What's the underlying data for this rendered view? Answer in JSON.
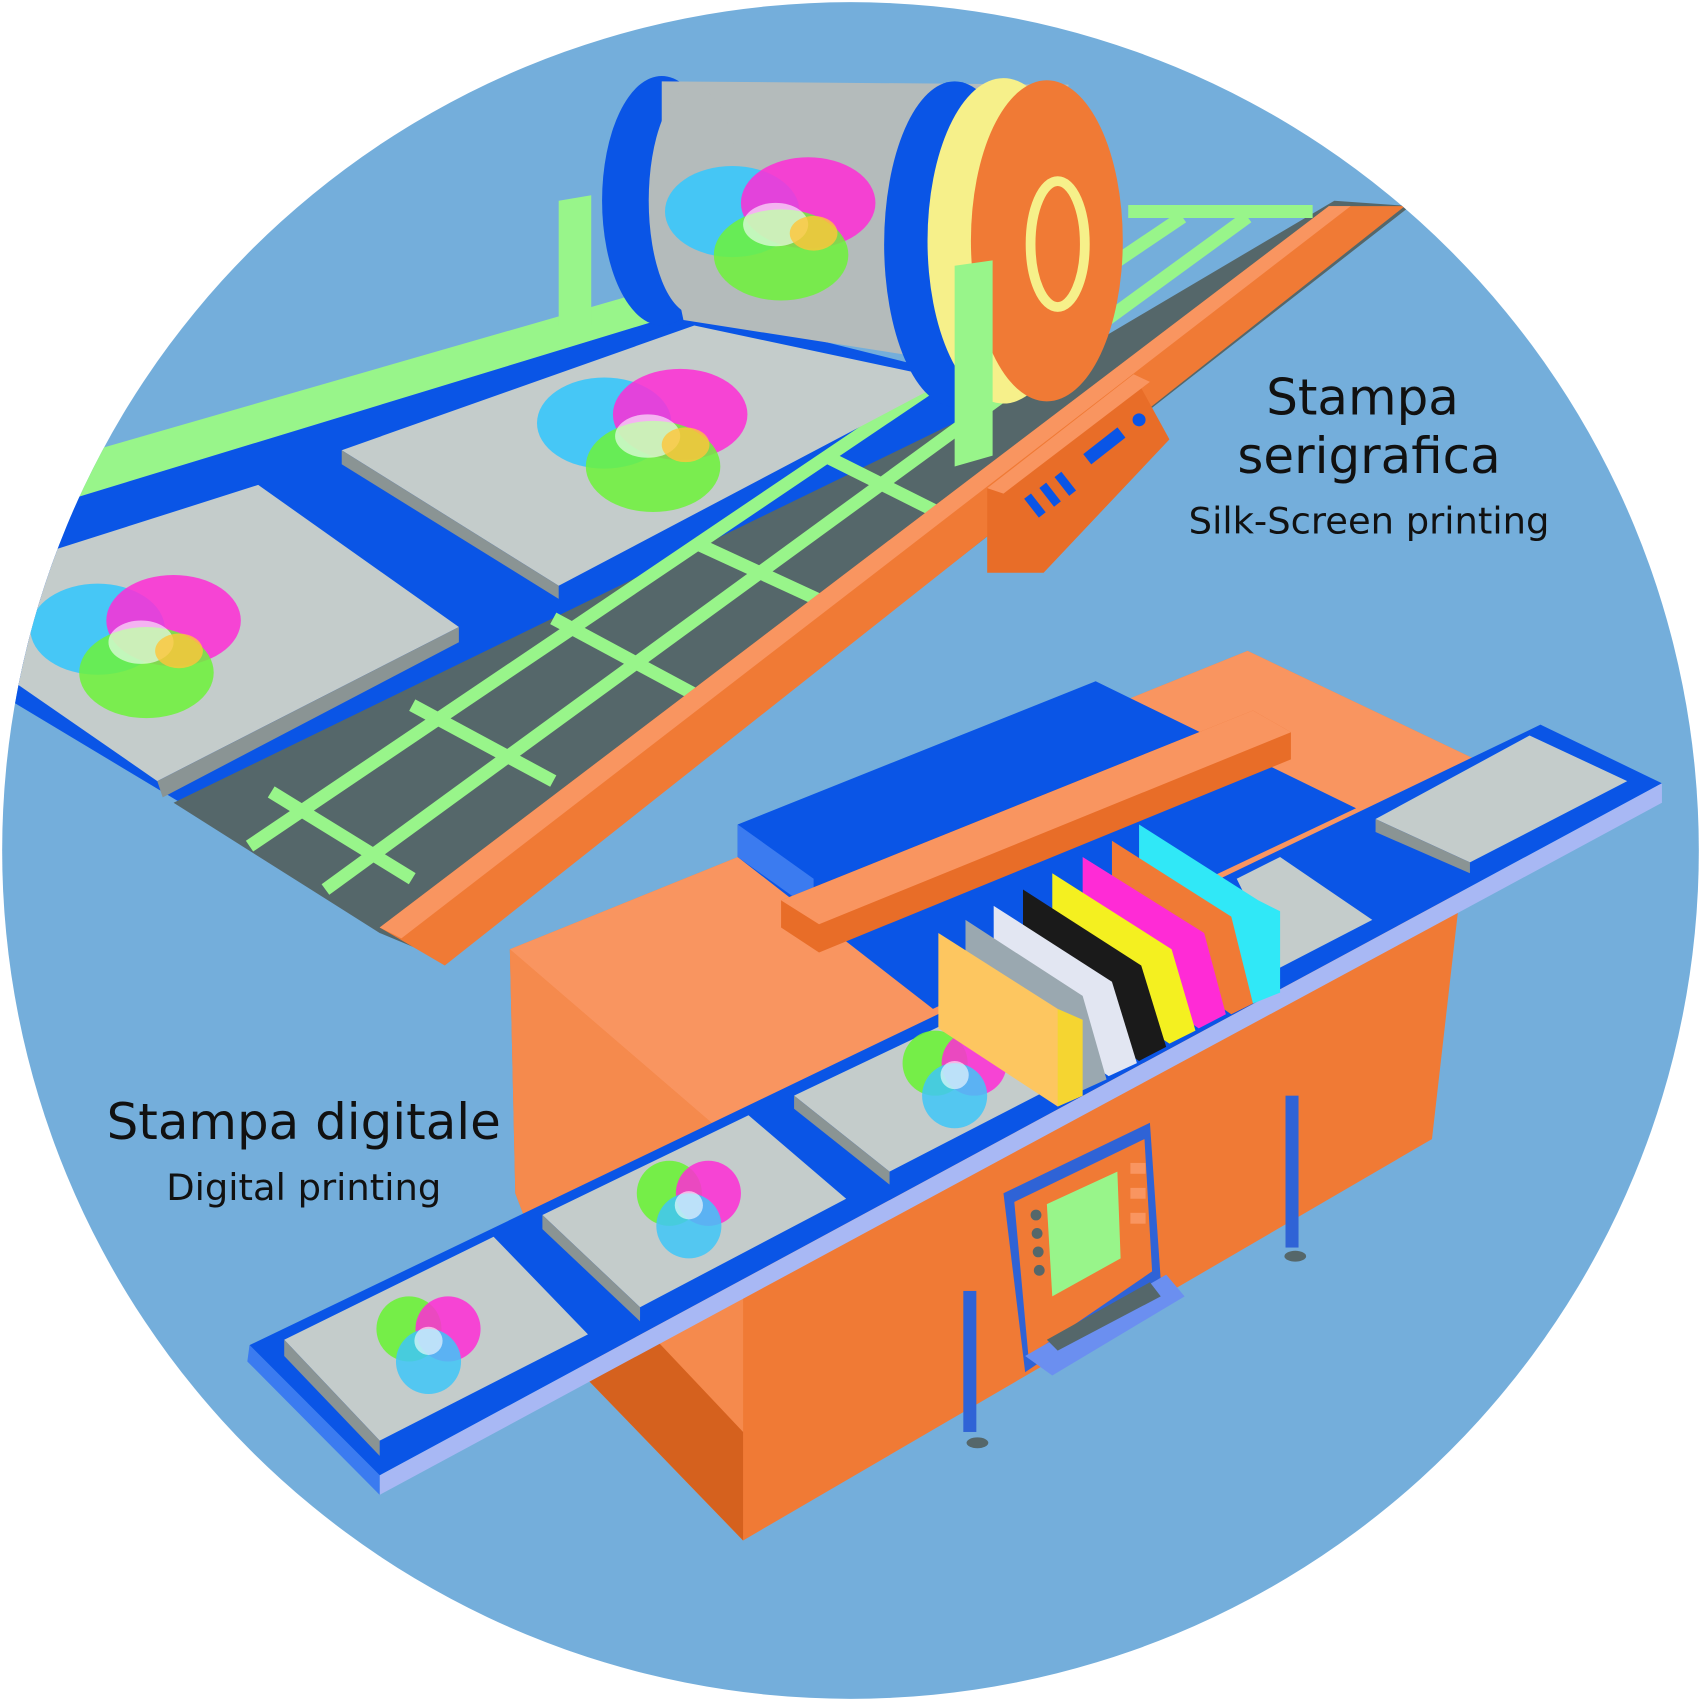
{
  "labels": {
    "silk_title_line1": "Stampa",
    "silk_title_line2": "serigrafica",
    "silk_subtitle": "Silk-Screen printing",
    "digital_title": "Stampa digitale",
    "digital_subtitle": "Digital printing"
  },
  "colors": {
    "background": "#74aedb",
    "belt_blue": "#0a55e6",
    "rail_green": "#98f58a",
    "machine_orange": "#f07a35",
    "sheet_gray": "#c4cccb"
  }
}
